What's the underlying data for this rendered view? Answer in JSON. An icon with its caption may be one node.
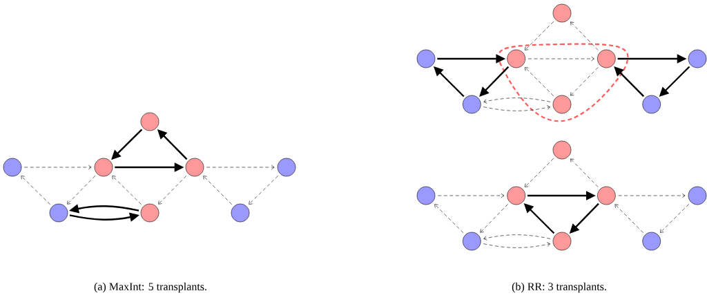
{
  "diagram": {
    "nodes": [
      {
        "text": [],
        "shape": "circle"
      },
      {
        "text": [],
        "shape": "circle"
      },
      {
        "text": [],
        "shape": "circle"
      },
      {
        "text": [],
        "shape": "circle"
      },
      {
        "text": [],
        "shape": "circle"
      },
      {
        "text": [],
        "shape": "circle"
      },
      {
        "text": [],
        "shape": "circle"
      },
      {
        "text": [],
        "shape": "circle"
      },
      {
        "text": [],
        "shape": "circle"
      },
      {
        "text": [],
        "shape": "circle"
      },
      {
        "text": [],
        "shape": "circle"
      },
      {
        "text": [],
        "shape": "circle"
      },
      {
        "text": [],
        "shape": "circle"
      },
      {
        "text": [],
        "shape": "circle"
      },
      {
        "text": [],
        "shape": "circle"
      },
      {
        "text": [],
        "shape": "circle"
      },
      {
        "text": [],
        "shape": "circle"
      },
      {
        "text": [],
        "shape": "circle"
      },
      {
        "text": [],
        "shape": "circle"
      },
      {
        "text": [],
        "shape": "circle"
      },
      {
        "text": [],
        "shape": "circle"
      },
      {
        "text": [],
        "shape": "circle"
      },
      {
        "text": [],
        "shape": "circle"
      },
      {
        "text": [],
        "shape": "circle"
      }
    ],
    "edges": [
      {
        "from": 0,
        "to": 1,
        "arrow": "to",
        "style": "dashed"
      },
      {
        "from": 1,
        "to": 3,
        "arrow": "to",
        "style": "thick"
      },
      {
        "from": 3,
        "to": 2,
        "arrow": "to",
        "style": "thick"
      },
      {
        "from": 2,
        "to": 1,
        "arrow": "to",
        "style": "thick"
      },
      {
        "from": 3,
        "to": 4,
        "arrow": "to",
        "style": "dashed"
      },
      {
        "from": 5,
        "to": 0,
        "arrow": "to",
        "style": "dashed"
      },
      {
        "from": 1,
        "to": 5,
        "arrow": "to",
        "style": "dashed"
      },
      {
        "from": 6,
        "to": 1,
        "arrow": "to",
        "style": "dashed"
      },
      {
        "from": 3,
        "to": 6,
        "arrow": "to",
        "style": "dashed"
      },
      {
        "from": 7,
        "to": 3,
        "arrow": "to",
        "style": "dashed"
      },
      {
        "from": 4,
        "to": 7,
        "arrow": "to",
        "style": "dashed"
      },
      {
        "from": 6,
        "to": 5,
        "arrow": "to",
        "style": "thick"
      },
      {
        "from": 5,
        "to": 6,
        "arrow": "to",
        "style": "thick"
      },
      {
        "from": 8,
        "to": 9,
        "arrow": "to",
        "style": "thick"
      },
      {
        "from": 9,
        "to": 13,
        "arrow": "to",
        "style": "thick"
      },
      {
        "from": 13,
        "to": 8,
        "arrow": "to",
        "style": "thick"
      },
      {
        "from": 10,
        "to": 9,
        "arrow": "to",
        "style": "dashed"
      },
      {
        "from": 11,
        "to": 10,
        "arrow": "to",
        "style": "dashed"
      },
      {
        "from": 9,
        "to": 11,
        "arrow": "to",
        "style": "dashed"
      },
      {
        "from": 11,
        "to": 12,
        "arrow": "to",
        "style": "thick"
      },
      {
        "from": 12,
        "to": 15,
        "arrow": "to",
        "style": "thick"
      },
      {
        "from": 15,
        "to": 11,
        "arrow": "to",
        "style": "thick"
      },
      {
        "from": 14,
        "to": 9,
        "arrow": "to",
        "style": "dashed"
      },
      {
        "from": 11,
        "to": 14,
        "arrow": "to",
        "style": "dashed"
      },
      {
        "from": 14,
        "to": 13,
        "arrow": "to",
        "style": "dashed"
      },
      {
        "from": 13,
        "to": 14,
        "arrow": "to",
        "style": "dashed"
      },
      {
        "from": 16,
        "to": 17,
        "arrow": "to",
        "style": "dashed"
      },
      {
        "from": 17,
        "to": 19,
        "arrow": "to",
        "style": "thick"
      },
      {
        "from": 19,
        "to": 22,
        "arrow": "to",
        "style": "thick"
      },
      {
        "from": 22,
        "to": 17,
        "arrow": "to",
        "style": "thick"
      },
      {
        "from": 18,
        "to": 17,
        "arrow": "to",
        "style": "dashed"
      },
      {
        "from": 19,
        "to": 18,
        "arrow": "to",
        "style": "dashed"
      },
      {
        "from": 19,
        "to": 20,
        "arrow": "to",
        "style": "dashed"
      },
      {
        "from": 20,
        "to": 23,
        "arrow": "to",
        "style": "dashed"
      },
      {
        "from": 23,
        "to": 19,
        "arrow": "to",
        "style": "dashed"
      },
      {
        "from": 17,
        "to": 21,
        "arrow": "to",
        "style": "dashed"
      },
      {
        "from": 21,
        "to": 16,
        "arrow": "to",
        "style": "dashed"
      },
      {
        "from": 22,
        "to": 21,
        "arrow": "to",
        "style": "dashed"
      },
      {
        "from": 21,
        "to": 22,
        "arrow": "to",
        "style": "dashed"
      }
    ],
    "labels": [
      "(a) MaxInt: 5 transplants.",
      "(b) RR: 3 transplants."
    ]
  }
}
